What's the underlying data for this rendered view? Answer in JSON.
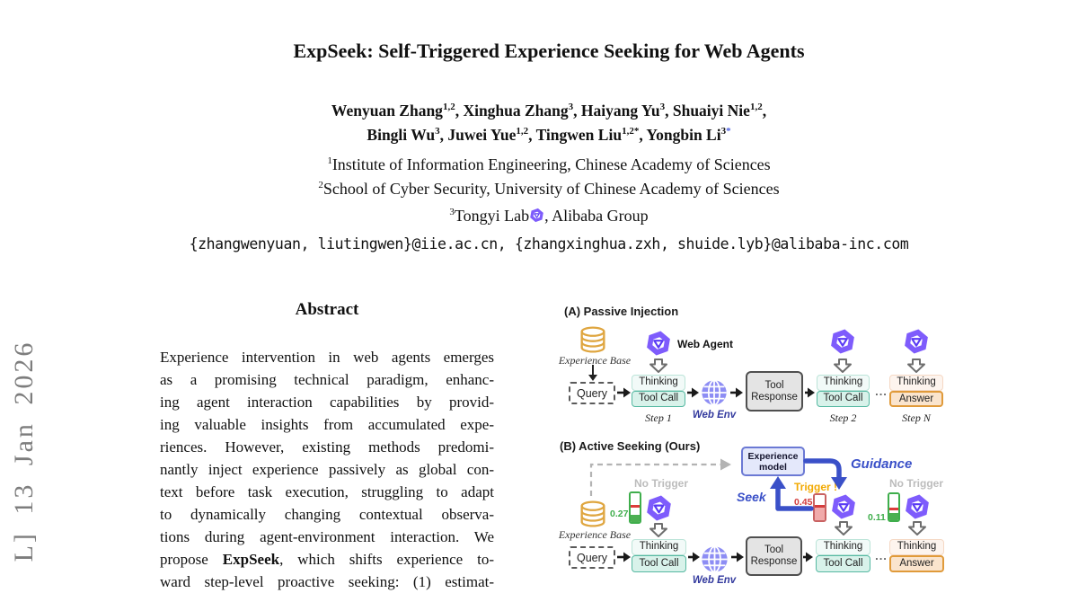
{
  "watermark": {
    "text": "L] 13 Jan 2026"
  },
  "header": {
    "title": "ExpSeek: Self-Triggered Experience Seeking for Web Agents",
    "authors_line1": [
      {
        "name": "Wenyuan Zhang",
        "sup": "1,2",
        "sep": ", "
      },
      {
        "name": "Xinghua Zhang",
        "sup": "3",
        "sep": ", "
      },
      {
        "name": "Haiyang Yu",
        "sup": "3",
        "sep": ", "
      },
      {
        "name": "Shuaiyi Nie",
        "sup": "1,2",
        "sep": ","
      }
    ],
    "authors_line2": [
      {
        "name": "Bingli Wu",
        "sup": "3",
        "sep": ", "
      },
      {
        "name": "Juwei Yue",
        "sup": "1,2",
        "sep": ", "
      },
      {
        "name": "Tingwen Liu",
        "sup": "1,2*",
        "sep": ", "
      },
      {
        "name": "Yongbin Li",
        "sup": "3",
        "star": "*",
        "sep": ""
      }
    ],
    "affiliations": [
      {
        "sup": "1",
        "text": "Institute of Information Engineering, Chinese Academy of Sciences"
      },
      {
        "sup": "2",
        "text": "School of Cyber Security, University of Chinese Academy of Sciences"
      },
      {
        "sup": "3",
        "text": "Tongyi Lab",
        "text_after": ", Alibaba Group"
      }
    ],
    "emails": "{zhangwenyuan, liutingwen}@iie.ac.cn, {zhangxinghua.zxh, shuide.lyb}@alibaba-inc.com"
  },
  "abstract": {
    "heading": "Abstract",
    "lines": [
      "Experience intervention in web agents emerges",
      "as a promising technical paradigm, enhanc-",
      "ing agent interaction capabilities by provid-",
      "ing valuable insights from accumulated expe-",
      "riences. However, existing methods predomi-",
      "nantly inject experience passively as global con-",
      "text before task execution, struggling to adapt",
      "to dynamically changing contextual observa-",
      "tions during agent-environment interaction. We"
    ],
    "propose": {
      "pre": "propose",
      "bold": "ExpSeek",
      "post": ", which shifts experience to-"
    },
    "last_line": "ward step-level proactive seeking: (1) estimat-"
  },
  "figure": {
    "panel_a": {
      "heading": "(A) Passive Injection",
      "experience_base": "Experience Base",
      "query": "Query",
      "web_agent": "Web Agent",
      "thinking": "Thinking",
      "tool_call": "Tool Call",
      "web_env": "Web Env",
      "tool_response": "Tool Response",
      "answer": "Answer",
      "step_1": "Step 1",
      "step_2": "Step 2",
      "step_n": "Step N",
      "ellipsis": "..."
    },
    "panel_b": {
      "heading": "(B) Active Seeking (Ours)",
      "experience_model": "Experience model",
      "guidance": "Guidance",
      "seek": "Seek",
      "trigger": "Trigger !",
      "no_trigger_left": "No Trigger",
      "no_trigger_right": "No Trigger",
      "score_left": "0.27",
      "score_trigger": "0.45",
      "score_right": "0.11",
      "experience_base": "Experience Base",
      "query": "Query",
      "thinking": "Thinking",
      "tool_call": "Tool Call",
      "web_env": "Web Env",
      "tool_response": "Tool Response",
      "answer": "Answer",
      "ellipsis": "..."
    },
    "colors": {
      "agent_purple": "#7e5cfc",
      "db_gold": "#dfa640",
      "teal": "#56b9a2",
      "answer_orange": "#e09a3a",
      "action_blue": "#3a50c8",
      "trigger_gold": "#f2a900",
      "alert_red": "#d43c3c",
      "ok_green": "#3fae4c",
      "muted_gray": "#b3b3b3",
      "globe_purple": "#8d8df4",
      "web_env_navy": "#333a9e"
    }
  }
}
